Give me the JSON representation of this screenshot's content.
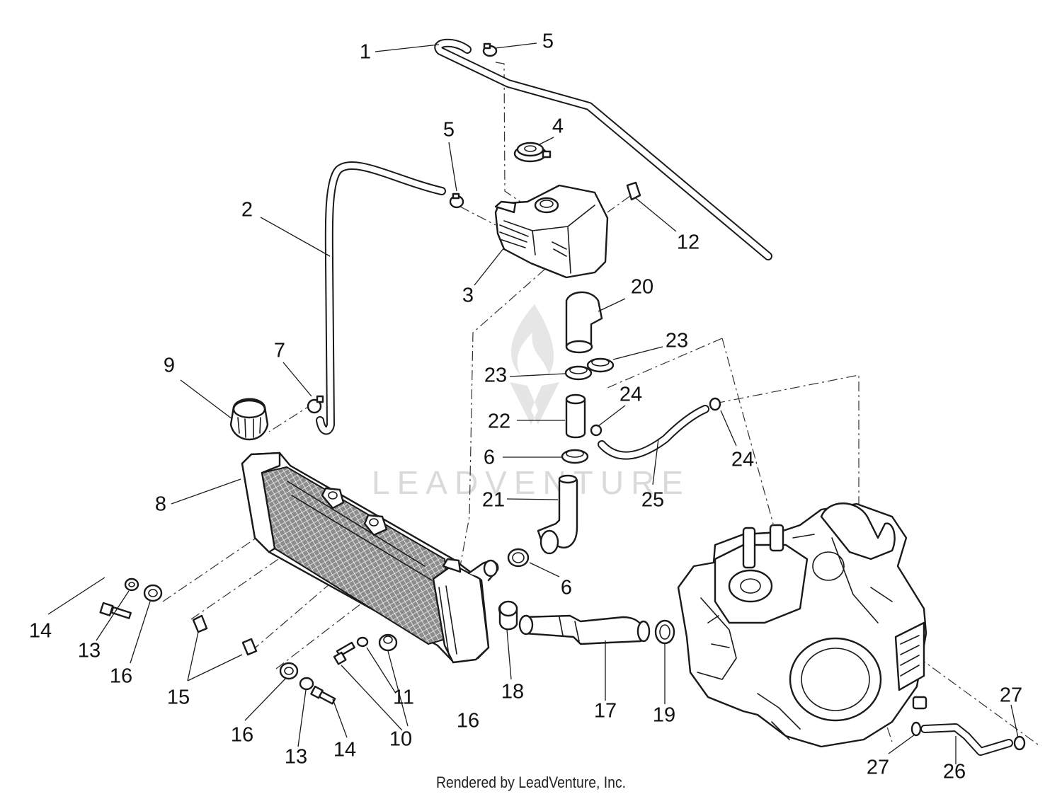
{
  "diagram": {
    "watermark": "LEADVENTURE",
    "footer": "Rendered by LeadVenture, Inc.",
    "callouts": [
      "1",
      "2",
      "3",
      "4",
      "5",
      "5",
      "6",
      "6",
      "7",
      "8",
      "9",
      "10",
      "11",
      "12",
      "13",
      "13",
      "14",
      "14",
      "15",
      "16",
      "16",
      "16",
      "17",
      "18",
      "19",
      "20",
      "21",
      "22",
      "23",
      "23",
      "24",
      "24",
      "25",
      "26",
      "27",
      "27"
    ]
  }
}
